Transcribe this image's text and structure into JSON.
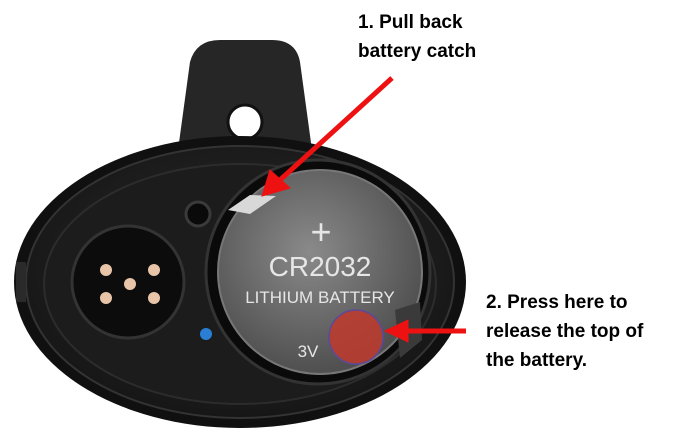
{
  "annotations": {
    "step1": {
      "line1": "1. Pull back",
      "line2": "battery catch"
    },
    "step2": {
      "line1": "2. Press here to",
      "line2": "release the top of",
      "line3": "the battery."
    }
  },
  "battery": {
    "model": "CR2032",
    "type": "LITHIUM BATTERY",
    "voltage": "3V",
    "plus_sign": "+"
  },
  "colors": {
    "arrow": "#ee1111",
    "press_marker": "#c0392b",
    "led": "#2a7fd4",
    "device_body": "#1e1e1e"
  }
}
